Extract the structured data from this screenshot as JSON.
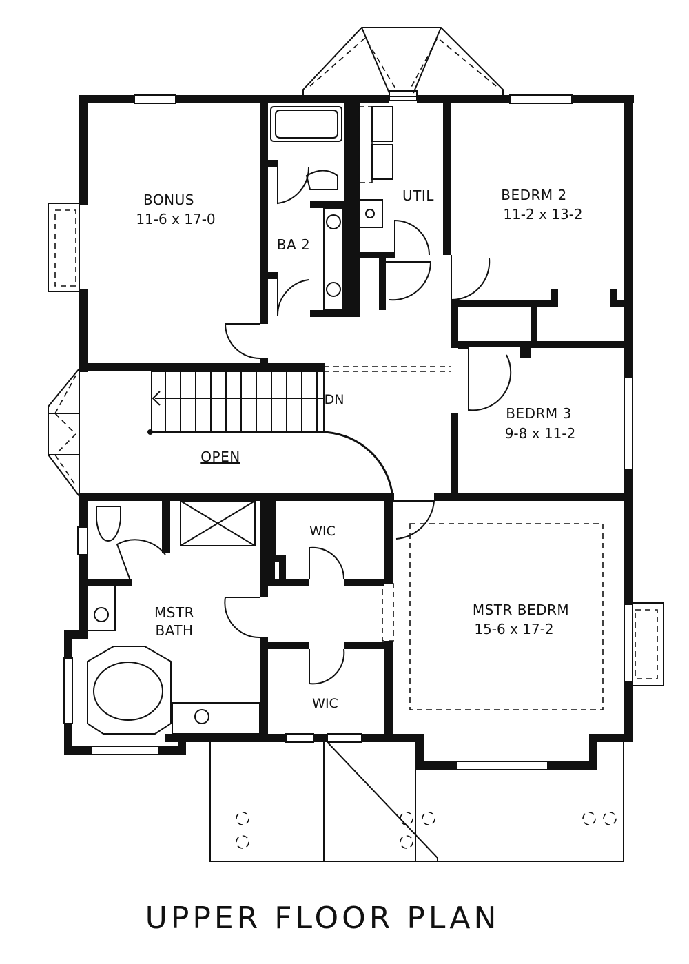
{
  "plan": {
    "title": "UPPER FLOOR PLAN",
    "rooms": {
      "bonus": {
        "name": "BONUS",
        "size": "11-6 x 17-0"
      },
      "ba2": {
        "name": "BA 2"
      },
      "util": {
        "name": "UTIL"
      },
      "bedrm2": {
        "name": "BEDRM 2",
        "size": "11-2 x 13-2"
      },
      "bedrm3": {
        "name": "BEDRM 3",
        "size": "9-8 x 11-2"
      },
      "open": {
        "name": "OPEN"
      },
      "dn": {
        "name": "DN"
      },
      "mstr_bath": {
        "name1": "MSTR",
        "name2": "BATH"
      },
      "wic_top": {
        "name": "WIC"
      },
      "wic_bottom": {
        "name": "WIC"
      },
      "mstr_bedrm": {
        "name": "MSTR BEDRM",
        "size": "15-6 x 17-2"
      }
    }
  }
}
